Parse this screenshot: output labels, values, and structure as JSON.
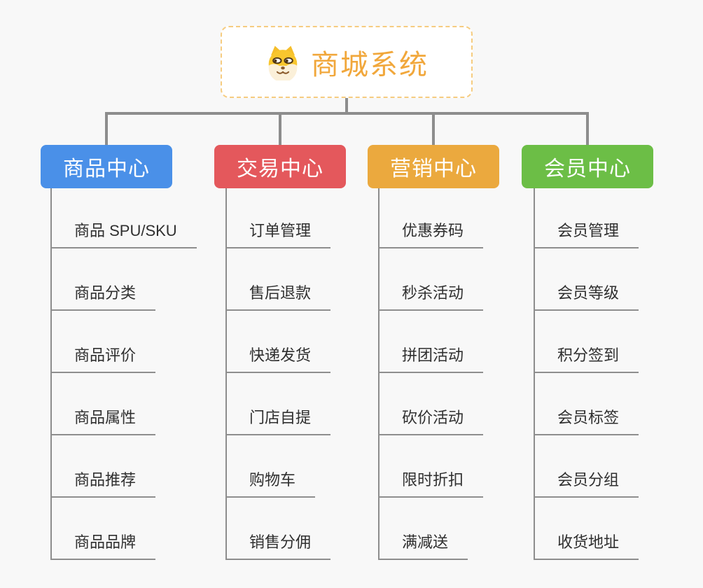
{
  "canvas": {
    "background": "#f8f8f8",
    "connector_color": "#8d8d8d",
    "underline_color": "#8e8e8e"
  },
  "root": {
    "label": "商城系统",
    "icon": "shiba-dog-icon",
    "text_color": "#F1A73B",
    "border_color": "#F6CC80",
    "background": "#ffffff"
  },
  "branches": [
    {
      "label": "商品中心",
      "color": "#4A90E8",
      "children": [
        "商品 SPU/SKU",
        "商品分类",
        "商品评价",
        "商品属性",
        "商品推荐",
        "商品品牌"
      ]
    },
    {
      "label": "交易中心",
      "color": "#E4585C",
      "children": [
        "订单管理",
        "售后退款",
        "快递发货",
        "门店自提",
        "购物车",
        "销售分佣"
      ]
    },
    {
      "label": "营销中心",
      "color": "#EBA93E",
      "children": [
        "优惠券码",
        "秒杀活动",
        "拼团活动",
        "砍价活动",
        "限时折扣",
        "满减送"
      ]
    },
    {
      "label": "会员中心",
      "color": "#6CBE46",
      "children": [
        "会员管理",
        "会员等级",
        "积分签到",
        "会员标签",
        "会员分组",
        "收货地址"
      ]
    }
  ]
}
